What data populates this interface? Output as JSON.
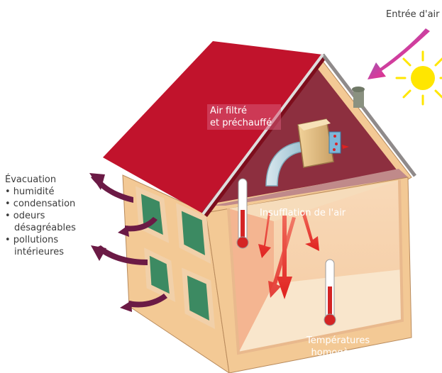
{
  "labels": {
    "entree_air": "Entrée d'air",
    "air_filtre_line1": "Air filtré",
    "air_filtre_line2": "et préchauffé",
    "insufflation": "Insufflation de l'air",
    "temperatures_line1": "Températures",
    "temperatures_line2": "homogènes",
    "evacuation": {
      "title": "Évacuation",
      "items": [
        "• humidité",
        "• condensation",
        "• odeurs",
        "désagréables",
        "• pollutions",
        "intérieures"
      ]
    }
  },
  "colors": {
    "roof": "#c1132c",
    "wall_outer": "#f3c995",
    "interior": "#f7e3c2",
    "window_glass": "#3c8a62",
    "window_frame": "#f1d0a9",
    "arrow_evac": "#6b1a45",
    "arrow_insufflation": "#e0211f",
    "sun": "#ffe600",
    "thermometer_bulb": "#d42424"
  },
  "icons": [
    "sun-icon",
    "thermometer-icon",
    "duct-icon",
    "ventilation-unit-icon",
    "chimney-vent-icon"
  ]
}
